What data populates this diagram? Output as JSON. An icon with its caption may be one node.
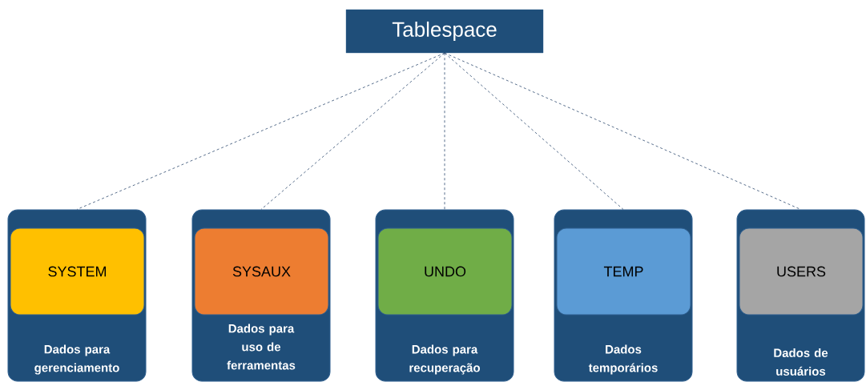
{
  "diagram": {
    "nodes": [
      {
        "text": [
          "Tablespace"
        ]
      },
      {
        "text": [
          "Dados para gerenciamento"
        ]
      },
      {
        "text": [
          "SYSTEM"
        ],
        "in": 1
      },
      {
        "text": [
          "Dados para uso de ferramentas"
        ]
      },
      {
        "text": [
          "SYSAUX"
        ],
        "in": 3
      },
      {
        "text": [
          "Dados para recuperação"
        ]
      },
      {
        "text": [
          "UNDO"
        ],
        "in": 5
      },
      {
        "text": [
          "Dados temporários"
        ]
      },
      {
        "text": [
          "TEMP"
        ],
        "in": 7
      },
      {
        "text": [
          "Dados de usuários"
        ]
      },
      {
        "text": [
          "USERS"
        ],
        "in": 9
      }
    ],
    "edges": [
      {
        "from": 0,
        "to": 1,
        "arrow": "none",
        "style": "dashed"
      },
      {
        "from": 0,
        "to": 3,
        "arrow": "none",
        "style": "dashed"
      },
      {
        "from": 0,
        "to": 5,
        "arrow": "none",
        "style": "dashed"
      },
      {
        "from": 0,
        "to": 7,
        "arrow": "none",
        "style": "dashed"
      },
      {
        "from": 0,
        "to": 9,
        "arrow": "none",
        "style": "dashed"
      }
    ]
  }
}
